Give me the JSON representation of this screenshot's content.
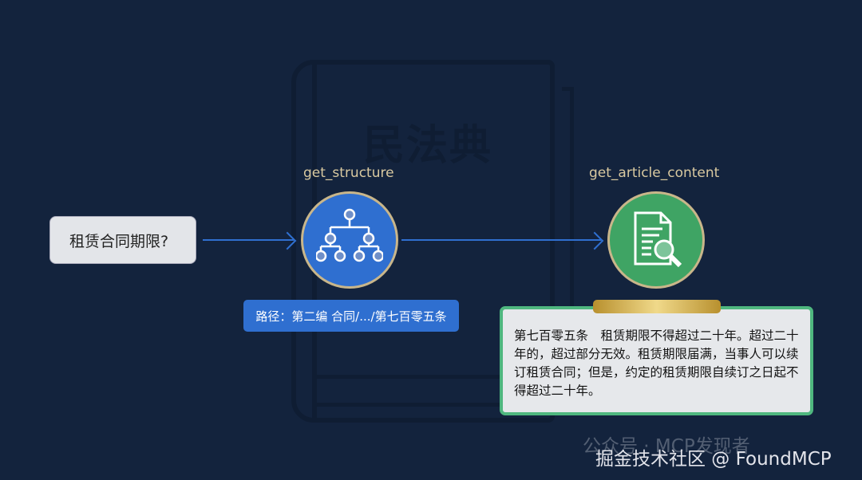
{
  "book": {
    "title": "民法典"
  },
  "query": {
    "text": "租赁合同期限?"
  },
  "tools": [
    {
      "name": "get_structure",
      "icon": "hierarchy-tree-icon",
      "color": "#2f6fd0"
    },
    {
      "name": "get_article_content",
      "icon": "document-search-icon",
      "color": "#3fa464"
    }
  ],
  "path": {
    "text": "路径：第二编 合同/.../第七百零五条"
  },
  "article": {
    "text": "第七百零五条　租赁期限不得超过二十年。超过二十年的，超过部分无效。租赁期限届满，当事人可以续订租赁合同；但是，约定的租赁期限自续订之日起不得超过二十年。"
  },
  "watermark": {
    "wechat": "公众号 · MCP发现者",
    "juejin": "掘金技术社区 @ FoundMCP"
  },
  "colors": {
    "background": "#13233d",
    "accent_blue": "#2f6fd0",
    "accent_green": "#4fb77f",
    "gold": "#c9b68a"
  }
}
